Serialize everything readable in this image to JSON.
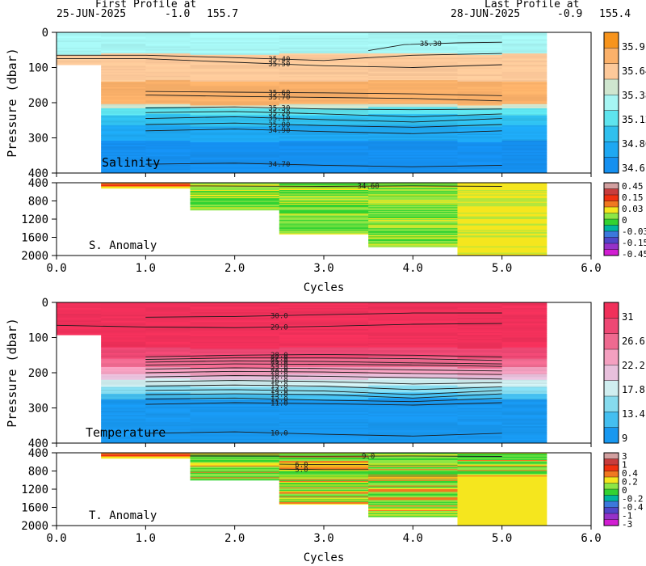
{
  "header": {
    "first_label": "First Profile at",
    "first_date": "25-JUN-2025",
    "first_lat": "-1.0",
    "first_lon": "155.7",
    "last_label": "Last Profile at",
    "last_date": "28-JUN-2025",
    "last_lat": "-0.9",
    "last_lon": "155.4"
  },
  "chart_data": [
    {
      "type": "heatmap",
      "title": "Salinity",
      "ylabel": "Pressure (dbar)",
      "xlabel": "",
      "xlim": [
        0,
        6
      ],
      "ylim": [
        400,
        0
      ],
      "y_ticks": [
        0,
        100,
        200,
        300,
        400
      ],
      "colorbar": {
        "labels": [
          "35.9",
          "35.64",
          "35.38",
          "35.12",
          "34.86",
          "34.6"
        ],
        "colors": [
          "#f7941d",
          "#fbb16a",
          "#fdc99a",
          "#cfe6cf",
          "#a6f5f3",
          "#5ee4ee",
          "#30c0ee",
          "#1ea8f2",
          "#1590f0"
        ]
      },
      "column_edges": [
        0.5,
        1.5,
        2.5,
        3.5,
        4.5,
        5.5
      ],
      "contours": [
        {
          "label": "35.30",
          "x": [
            3.5,
            3.9,
            4.5,
            5.0
          ],
          "y": [
            52,
            35,
            30,
            28
          ]
        },
        {
          "label": "35.40",
          "x": [
            0,
            1,
            2,
            3,
            3.5,
            4,
            5
          ],
          "y": [
            65,
            65,
            72,
            80,
            72,
            65,
            60
          ]
        },
        {
          "label": "35.50",
          "x": [
            0,
            1,
            2,
            3,
            4,
            5
          ],
          "y": [
            75,
            75,
            85,
            95,
            100,
            92
          ]
        },
        {
          "label": "35.60",
          "x": [
            1,
            2,
            3,
            4,
            5
          ],
          "y": [
            168,
            170,
            172,
            175,
            180
          ]
        },
        {
          "label": "35.70",
          "x": [
            1,
            2,
            3,
            4,
            5
          ],
          "y": [
            178,
            182,
            185,
            188,
            195
          ]
        },
        {
          "label": "35.30",
          "x": [
            1,
            2,
            3,
            4,
            5
          ],
          "y": [
            215,
            212,
            218,
            220,
            218
          ]
        },
        {
          "label": "35.20",
          "x": [
            1,
            2,
            3,
            4,
            5
          ],
          "y": [
            228,
            225,
            232,
            240,
            232
          ]
        },
        {
          "label": "35.10",
          "x": [
            1,
            2,
            3,
            4,
            5
          ],
          "y": [
            245,
            240,
            248,
            255,
            245
          ]
        },
        {
          "label": "35.00",
          "x": [
            1,
            2,
            3,
            4,
            5
          ],
          "y": [
            262,
            258,
            265,
            270,
            262
          ]
        },
        {
          "label": "34.90",
          "x": [
            1,
            2,
            3,
            4,
            5
          ],
          "y": [
            280,
            275,
            282,
            288,
            280
          ]
        },
        {
          "label": "34.70",
          "x": [
            1,
            2,
            3,
            4,
            5
          ],
          "y": [
            375,
            372,
            378,
            382,
            378
          ]
        }
      ],
      "annotation": "Salinity"
    },
    {
      "type": "heatmap",
      "title": "S. Anomaly",
      "xlabel": "Cycles",
      "xlim": [
        0,
        6
      ],
      "ylim": [
        2000,
        400
      ],
      "x_ticks": [
        0.0,
        1.0,
        2.0,
        3.0,
        4.0,
        5.0,
        6.0
      ],
      "x_tick_labels": [
        "0.0",
        "1.0",
        "2.0",
        "3.0",
        "4.0",
        "5.0",
        "6.0"
      ],
      "y_ticks": [
        400,
        800,
        1200,
        1600,
        2000
      ],
      "colorbar": {
        "labels": [
          "0.45",
          "0.15",
          "0.03",
          "0",
          "-0.03",
          "-0.15",
          "-0.45"
        ],
        "colors": [
          "#d2a0a0",
          "#c83c3c",
          "#f03010",
          "#f07820",
          "#f5e61e",
          "#8ce646",
          "#32d232",
          "#00b4a0",
          "#3c78dc",
          "#5046c8",
          "#9632c8",
          "#d21ed2"
        ]
      },
      "column_depths": [
        {
          "x0": 0.5,
          "x1": 1.5,
          "depth": 520
        },
        {
          "x0": 1.5,
          "x1": 2.5,
          "depth": 1000
        },
        {
          "x0": 2.5,
          "x1": 3.5,
          "depth": 1530
        },
        {
          "x0": 3.5,
          "x1": 4.5,
          "depth": 1810
        },
        {
          "x0": 4.5,
          "x1": 5.5,
          "depth": 2000
        }
      ],
      "contours": [
        {
          "label": "34.60",
          "x": [
            1.5,
            3,
            4,
            5
          ],
          "y": [
            470,
            480,
            470,
            480
          ]
        }
      ],
      "annotation": "S. Anomaly"
    },
    {
      "type": "heatmap",
      "title": "Temperature",
      "ylabel": "Pressure (dbar)",
      "xlim": [
        0,
        6
      ],
      "ylim": [
        400,
        0
      ],
      "y_ticks": [
        0,
        100,
        200,
        300,
        400
      ],
      "colorbar": {
        "labels": [
          "31",
          "26.6",
          "22.2",
          "17.8",
          "13.4",
          "9"
        ],
        "colors": [
          "#f0305a",
          "#ee4874",
          "#ef6a90",
          "#f4a0c0",
          "#e8c0dc",
          "#cfeef0",
          "#86dbee",
          "#44bff0",
          "#1898f0"
        ]
      },
      "contours": [
        {
          "label": "30.0",
          "x": [
            1,
            2,
            3,
            4,
            5
          ],
          "y": [
            42,
            40,
            35,
            30,
            30
          ]
        },
        {
          "label": "29.0",
          "x": [
            0,
            1,
            2,
            3,
            4,
            5
          ],
          "y": [
            65,
            70,
            72,
            68,
            62,
            60
          ]
        },
        {
          "label": "28.0",
          "x": [
            1,
            2,
            3,
            4,
            5
          ],
          "y": [
            155,
            150,
            148,
            150,
            155
          ]
        },
        {
          "label": "27.0",
          "x": [
            1,
            2,
            3,
            4,
            5
          ],
          "y": [
            162,
            158,
            158,
            160,
            165
          ]
        },
        {
          "label": "25.0",
          "x": [
            1,
            2,
            3,
            4,
            5
          ],
          "y": [
            170,
            166,
            168,
            172,
            175
          ]
        },
        {
          "label": "23.0",
          "x": [
            1,
            2,
            3,
            4,
            5
          ],
          "y": [
            178,
            175,
            176,
            178,
            182
          ]
        },
        {
          "label": "22.0",
          "x": [
            1,
            2,
            3,
            4,
            5
          ],
          "y": [
            190,
            186,
            188,
            192,
            195
          ]
        },
        {
          "label": "20.0",
          "x": [
            1,
            2,
            3,
            4,
            5
          ],
          "y": [
            200,
            196,
            198,
            202,
            205
          ]
        },
        {
          "label": "18.0",
          "x": [
            1,
            2,
            3,
            4,
            5
          ],
          "y": [
            212,
            208,
            210,
            214,
            218
          ]
        },
        {
          "label": "16.0",
          "x": [
            1,
            2,
            3,
            4,
            5
          ],
          "y": [
            225,
            222,
            225,
            232,
            228
          ]
        },
        {
          "label": "15.0",
          "x": [
            1,
            2,
            3,
            4,
            5
          ],
          "y": [
            238,
            235,
            238,
            248,
            240
          ]
        },
        {
          "label": "14.0",
          "x": [
            1,
            2,
            3,
            4,
            5
          ],
          "y": [
            250,
            248,
            252,
            262,
            250
          ]
        },
        {
          "label": "13.0",
          "x": [
            1,
            2,
            3,
            4,
            5
          ],
          "y": [
            262,
            260,
            262,
            272,
            260
          ]
        },
        {
          "label": "12.0",
          "x": [
            1,
            2,
            3,
            4,
            5
          ],
          "y": [
            275,
            272,
            278,
            282,
            272
          ]
        },
        {
          "label": "11.0",
          "x": [
            1,
            2,
            3,
            4,
            5
          ],
          "y": [
            290,
            285,
            288,
            292,
            285
          ]
        },
        {
          "label": "10.0",
          "x": [
            1,
            2,
            3,
            4,
            5
          ],
          "y": [
            372,
            368,
            375,
            380,
            372
          ]
        }
      ],
      "annotation": "Temperature"
    },
    {
      "type": "heatmap",
      "title": "T. Anomaly",
      "xlabel": "Cycles",
      "xlim": [
        0,
        6
      ],
      "ylim": [
        2000,
        400
      ],
      "x_ticks": [
        0.0,
        1.0,
        2.0,
        3.0,
        4.0,
        5.0,
        6.0
      ],
      "x_tick_labels": [
        "0.0",
        "1.0",
        "2.0",
        "3.0",
        "4.0",
        "5.0",
        "6.0"
      ],
      "y_ticks": [
        400,
        800,
        1200,
        1600,
        2000
      ],
      "colorbar": {
        "labels": [
          "3",
          "1",
          "0.4",
          "0.2",
          "0",
          "-0.2",
          "-0.4",
          "-1",
          "-3"
        ],
        "colors": [
          "#d2a0a0",
          "#c83c3c",
          "#f03010",
          "#f07820",
          "#f5e61e",
          "#8ce646",
          "#32d232",
          "#00b4a0",
          "#3c78dc",
          "#5046c8",
          "#9632c8",
          "#d21ed2"
        ]
      },
      "column_depths": [
        {
          "x0": 0.5,
          "x1": 1.5,
          "depth": 520
        },
        {
          "x0": 1.5,
          "x1": 2.5,
          "depth": 1000
        },
        {
          "x0": 2.5,
          "x1": 3.5,
          "depth": 1530
        },
        {
          "x0": 3.5,
          "x1": 4.5,
          "depth": 1810
        },
        {
          "x0": 4.5,
          "x1": 5.5,
          "depth": 2000
        }
      ],
      "contours": [
        {
          "label": "9.0",
          "x": [
            1.5,
            3,
            4,
            5
          ],
          "y": [
            470,
            475,
            470,
            480
          ]
        },
        {
          "label": "6.0",
          "x": [
            2.5,
            3,
            3.5
          ],
          "y": [
            650,
            660,
            660
          ]
        },
        {
          "label": "5.0",
          "x": [
            2.5,
            3,
            3.5
          ],
          "y": [
            760,
            770,
            770
          ]
        }
      ],
      "annotation": "T. Anomaly"
    }
  ]
}
